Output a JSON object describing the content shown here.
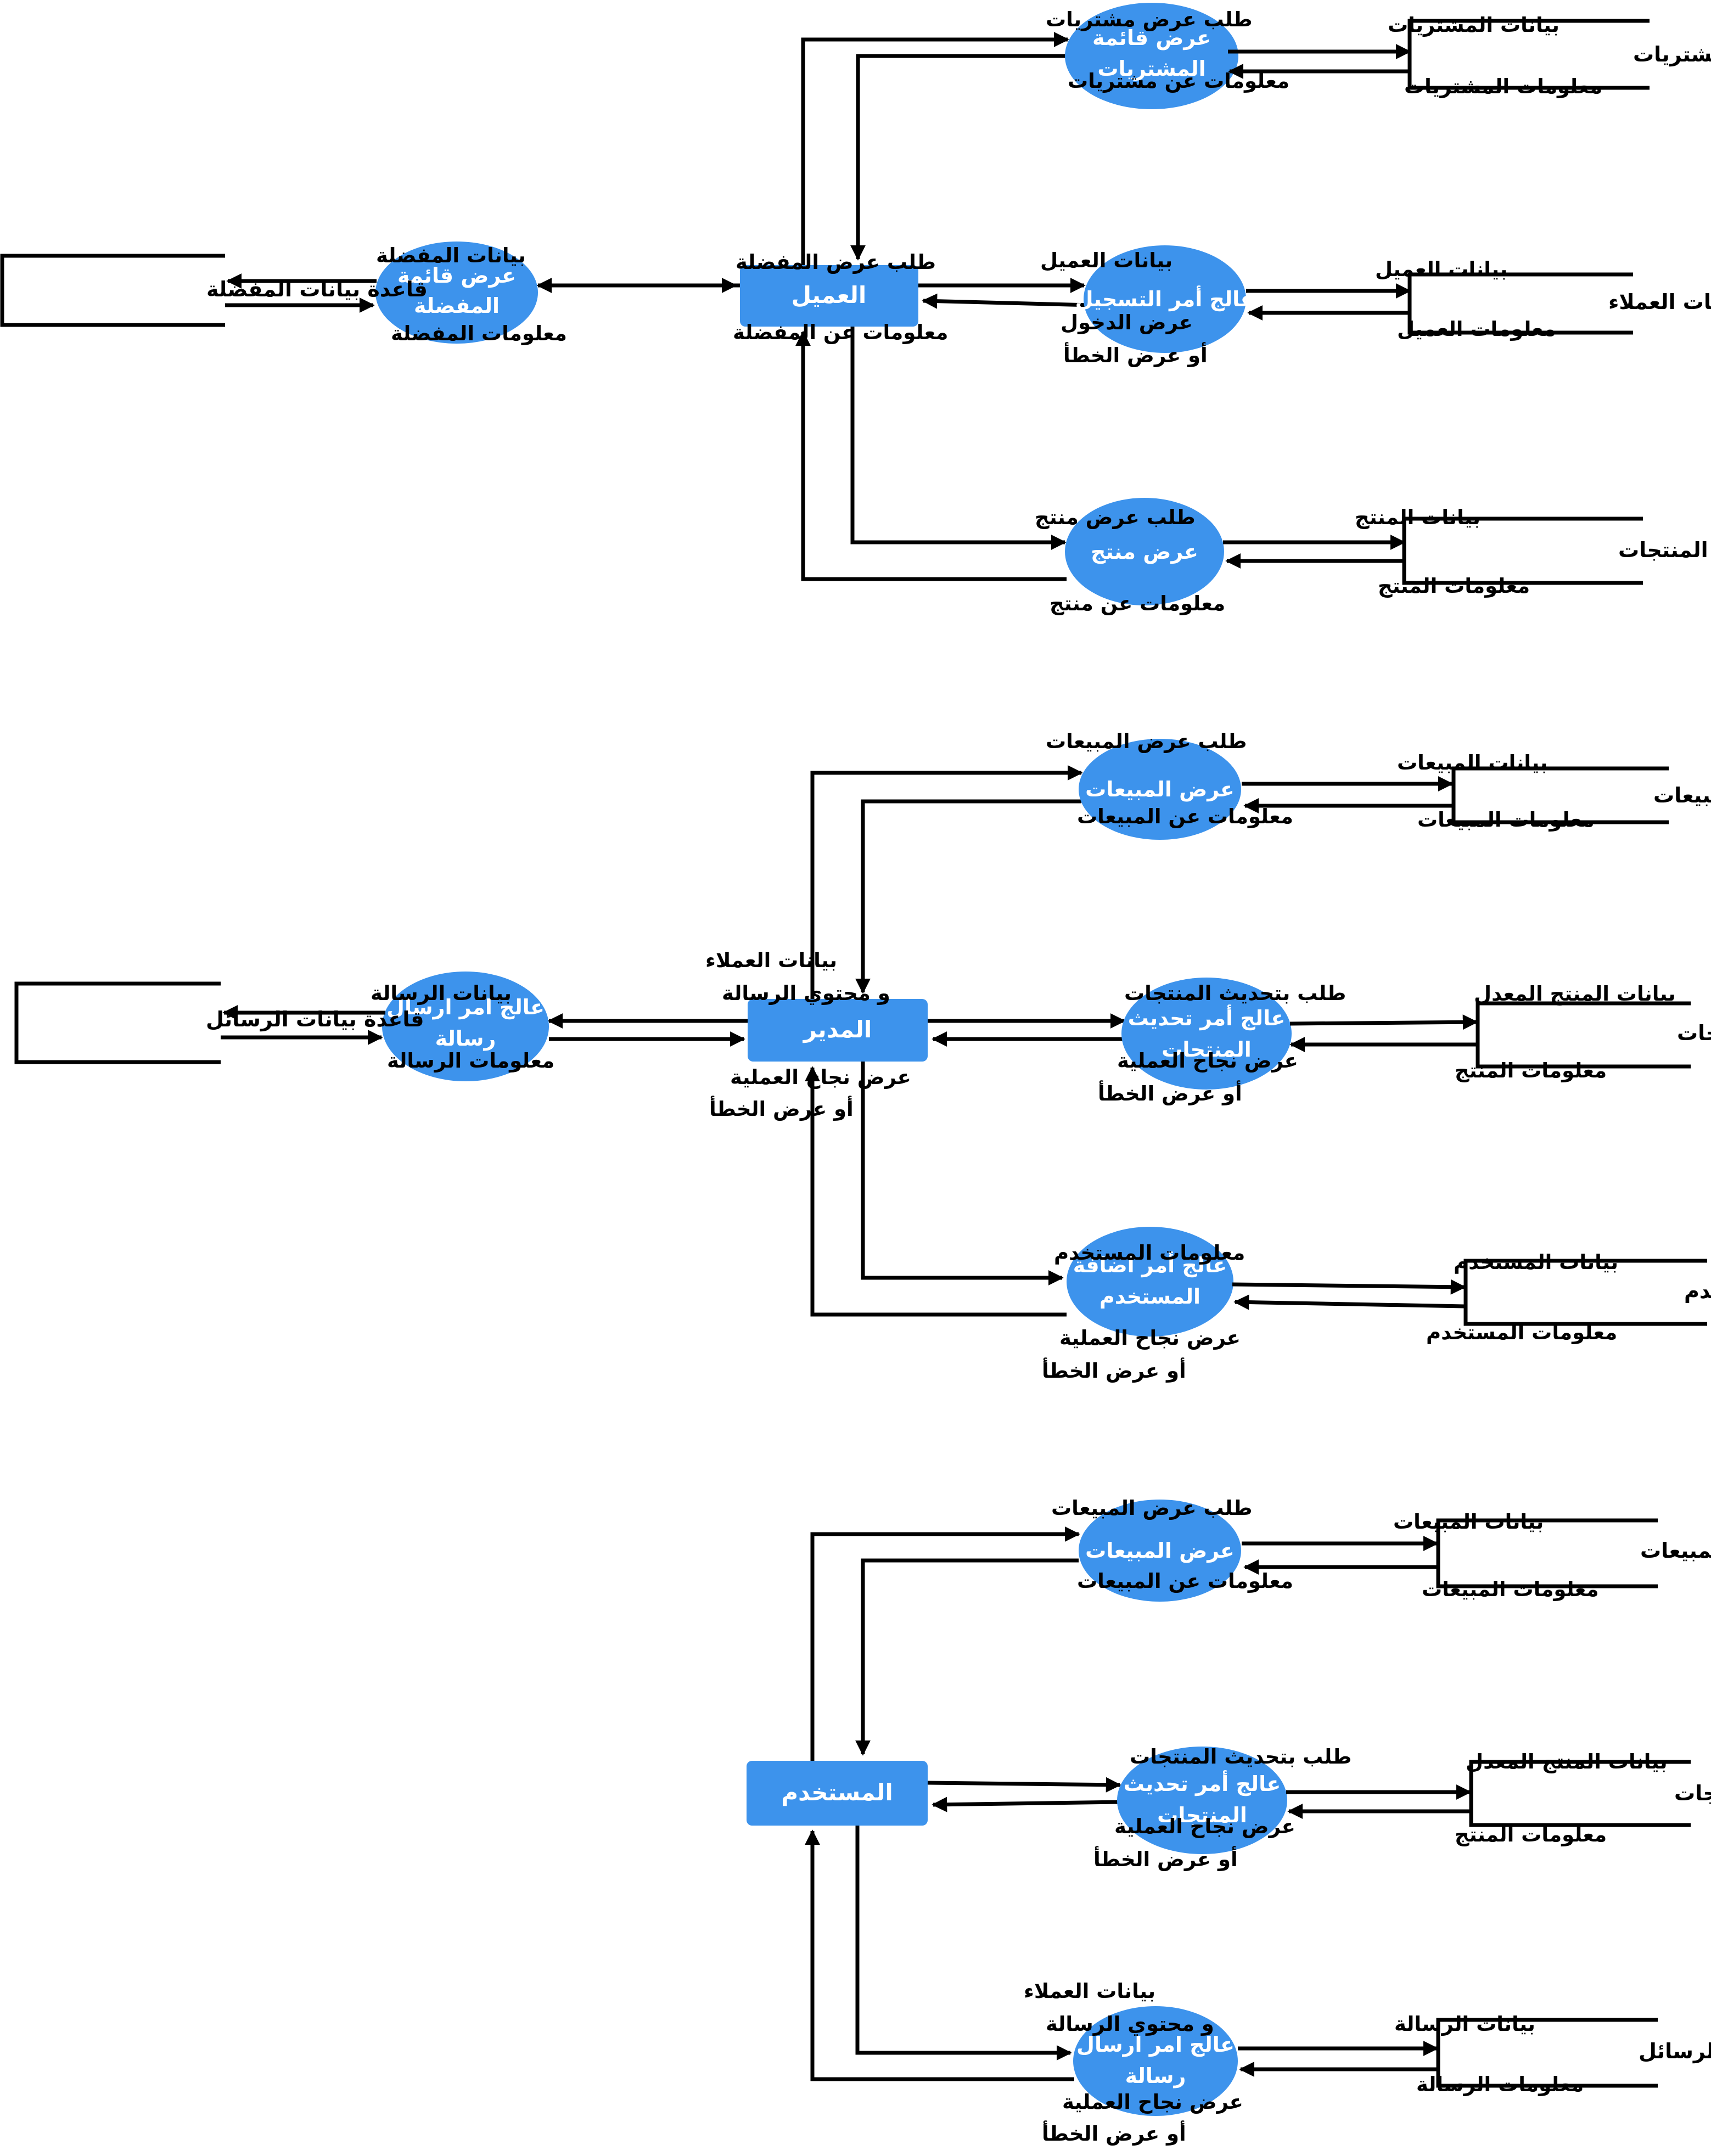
{
  "colors": {
    "node_fill": "#3d93ec",
    "line": "#000000",
    "text_on_node": "#ffffff"
  },
  "customer": {
    "entity": "العميل",
    "purchases": {
      "process": [
        "عرض قائمة",
        "المشتريات"
      ],
      "req": "طلب عرض مشتريات",
      "resp": "معلومات عن مشتريات",
      "db": "قاعدة بيانات المشتريات",
      "to_db": "بيانات المشتريات",
      "from_db": "معلومات المشتريات"
    },
    "favorites": {
      "process": [
        "عرض قائمة",
        "المفضلة"
      ],
      "req": "طلب عرض المفضلة",
      "resp": "معلومات عن المفضلة",
      "db": "قاعدة بيانات المفضلة",
      "to_db": "بيانات المفضلة",
      "from_db": "معلومات المفضلة"
    },
    "register": {
      "process": "عالج أمر التسجيل",
      "req": "بيانات العميل",
      "resp": [
        "عرض الدخول",
        "أو عرض الخطأ"
      ],
      "db": "قاعدة بيانات العملاء",
      "to_db": "بيانات العميل",
      "from_db": "معلومات العميل"
    },
    "product": {
      "process": "عرض منتج",
      "req": "طلب عرض منتج",
      "resp": "معلومات عن منتج",
      "db": "قاعدة بيانات المنتجات",
      "to_db": "بيانات المنتج",
      "from_db": "معلومات المنتج"
    }
  },
  "manager": {
    "entity": "المدير",
    "sales": {
      "process": "عرض المبيعات",
      "req": "طلب عرض المبيعات",
      "resp": "معلومات عن المبيعات",
      "db": "قاعدة بيانات المبيعات",
      "to_db": "بيانات المبيعات",
      "from_db": "معلومات المبيعات"
    },
    "message": {
      "process": [
        "عالج امر ارسال",
        "رسالة"
      ],
      "req": [
        "بيانات العملاء",
        "و محتوي الرسالة"
      ],
      "resp": [
        "عرض نجاح العملية",
        "أو عرض الخطأ"
      ],
      "db": "قاعدة بيانات الرسائل",
      "to_db": "بيانات الرسالة",
      "from_db": "معلومات الرسالة"
    },
    "update": {
      "process": [
        "عالج أمر تحديث",
        "المنتجات"
      ],
      "req": "طلب بتحديث المنتجات",
      "resp": [
        "عرض نجاح العملية",
        "أو عرض الخطأ"
      ],
      "db": "قاعدة بيانات المنتجات",
      "to_db": "بيانات المنتج المعدل",
      "from_db": "معلومات المنتج"
    },
    "adduser": {
      "process": [
        "عالج أمر اضافة",
        "المستخدم"
      ],
      "req": "معلومات المستخدم",
      "resp": [
        "عرض نجاح العملية",
        "أو عرض الخطأ"
      ],
      "db": "قاعدة بيانات المستخدم",
      "to_db": "بيانات المستخدم",
      "from_db": "معلومات المستخدم"
    }
  },
  "user": {
    "entity": "المستخدم",
    "sales": {
      "process": "عرض المبيعات",
      "req": "طلب عرض المبيعات",
      "resp": "معلومات عن المبيعات",
      "db": "قاعدة بيانات المبيعات",
      "to_db": "بيانات المبيعات",
      "from_db": "معلومات المبيعات"
    },
    "update": {
      "process": [
        "عالج أمر تحديث",
        "المنتجات"
      ],
      "req": "طلب بتحديث المنتجات",
      "resp": [
        "عرض نجاح العملية",
        "أو عرض الخطأ"
      ],
      "db": "قاعدة بيانات المنتجات",
      "to_db": "بيانات المنتج المعدل",
      "from_db": "معلومات المنتج"
    },
    "message": {
      "process": [
        "عالج امر ارسال",
        "رسالة"
      ],
      "req": [
        "بيانات العملاء",
        "و محتوي الرسالة"
      ],
      "resp": [
        "عرض نجاح العملية",
        "أو عرض الخطأ"
      ],
      "db": "قاعدة بيانات الرسائل",
      "to_db": "بيانات الرسالة",
      "from_db": "معلومات الرسالة"
    }
  }
}
